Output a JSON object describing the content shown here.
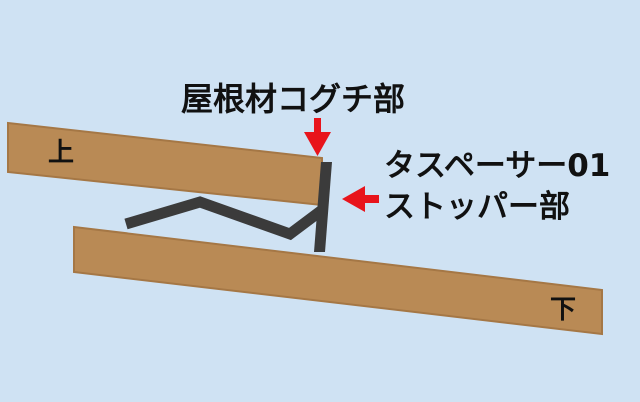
{
  "labels": {
    "top_board": "上",
    "bottom_board": "下",
    "edge_callout": "屋根材コグチ部",
    "part_name": "タスペーサー01",
    "stopper_callout": "ストッパー部"
  },
  "colors": {
    "background": "#cfe2f3",
    "board_fill": "#b98a55",
    "board_stroke": "#a57745",
    "spacer": "#3b3b3b",
    "arrow": "#e8141b",
    "text": "#111111"
  }
}
